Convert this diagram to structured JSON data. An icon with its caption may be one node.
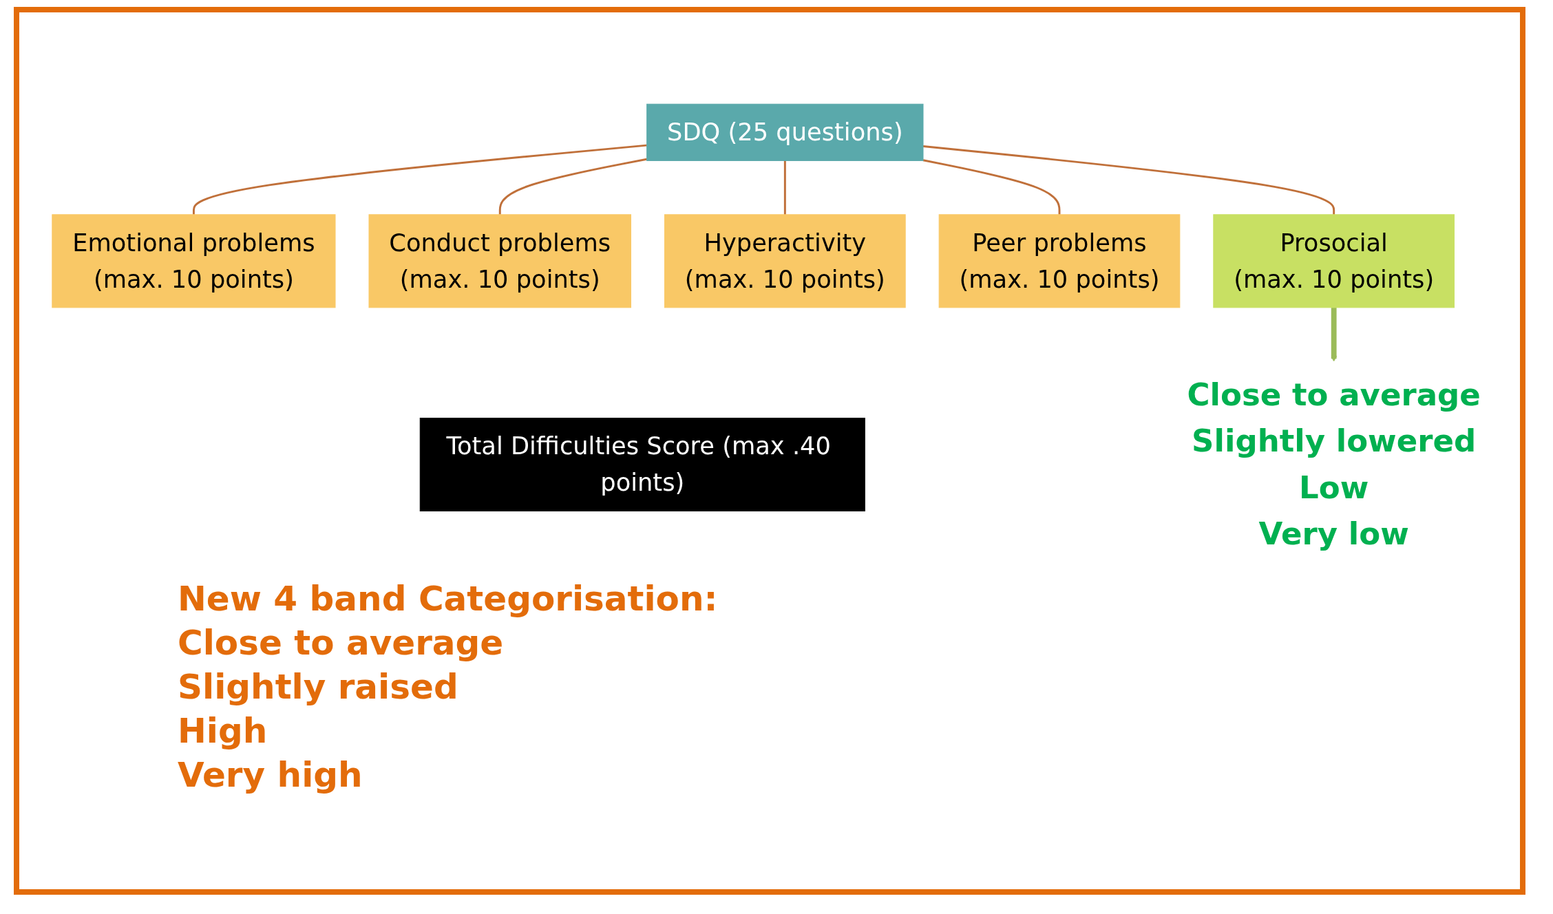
{
  "diagram": {
    "nodes": [
      {
        "text": [
          "SDQ (25 questions)"
        ]
      },
      {
        "text": [
          "Emotional problems",
          "(max. 10 points)"
        ]
      },
      {
        "text": [
          "Conduct problems",
          "(max. 10 points)"
        ]
      },
      {
        "text": [
          "Hyperactivity",
          "(max. 10 points)"
        ]
      },
      {
        "text": [
          "Peer problems",
          "(max. 10 points)"
        ]
      },
      {
        "text": [
          "Prosocial",
          "(max. 10 points)"
        ]
      },
      {
        "text": [
          "Total Difficulties Score (max .40 points)"
        ]
      },
      {
        "text": [
          "Close to average",
          "Slightly lowered",
          "Low",
          "Very low"
        ]
      }
    ],
    "edges": [
      {
        "from": 0,
        "to": 1,
        "arrow": "none"
      },
      {
        "from": 0,
        "to": 2,
        "arrow": "none"
      },
      {
        "from": 0,
        "to": 3,
        "arrow": "none"
      },
      {
        "from": 0,
        "to": 4,
        "arrow": "none"
      },
      {
        "from": 0,
        "to": 5,
        "arrow": "none"
      },
      {
        "from": 5,
        "to": 7,
        "arrow": "to",
        "style": "thick",
        "color": "#9bbb59"
      }
    ],
    "labels": [
      "New 4 band Categorisation:",
      "Close to average",
      "Slightly raised",
      "High",
      "Very high"
    ]
  }
}
